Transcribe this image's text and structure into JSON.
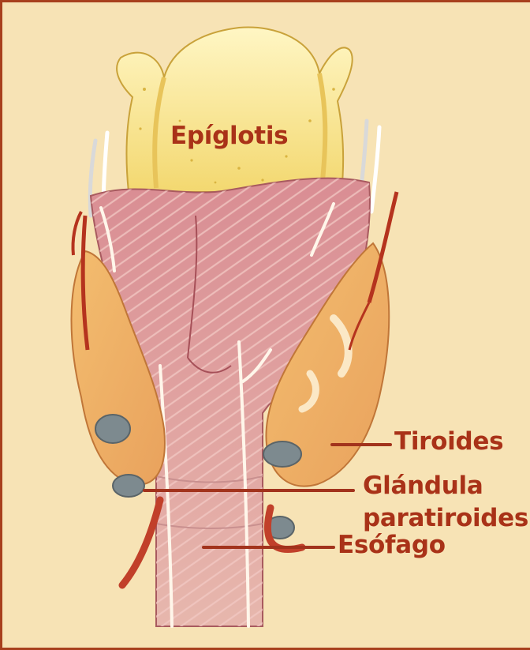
{
  "labels": {
    "epiglottis": "Epíglotis",
    "thyroid": "Tiroides",
    "parathyroid_line1": "Glándula",
    "parathyroid_line2": "paratiroides",
    "esophagus": "Esófago"
  },
  "colors": {
    "background": "#f7e3b5",
    "border": "#a8401d",
    "label_text": "#a93218",
    "leader_line": "#a2331c"
  }
}
